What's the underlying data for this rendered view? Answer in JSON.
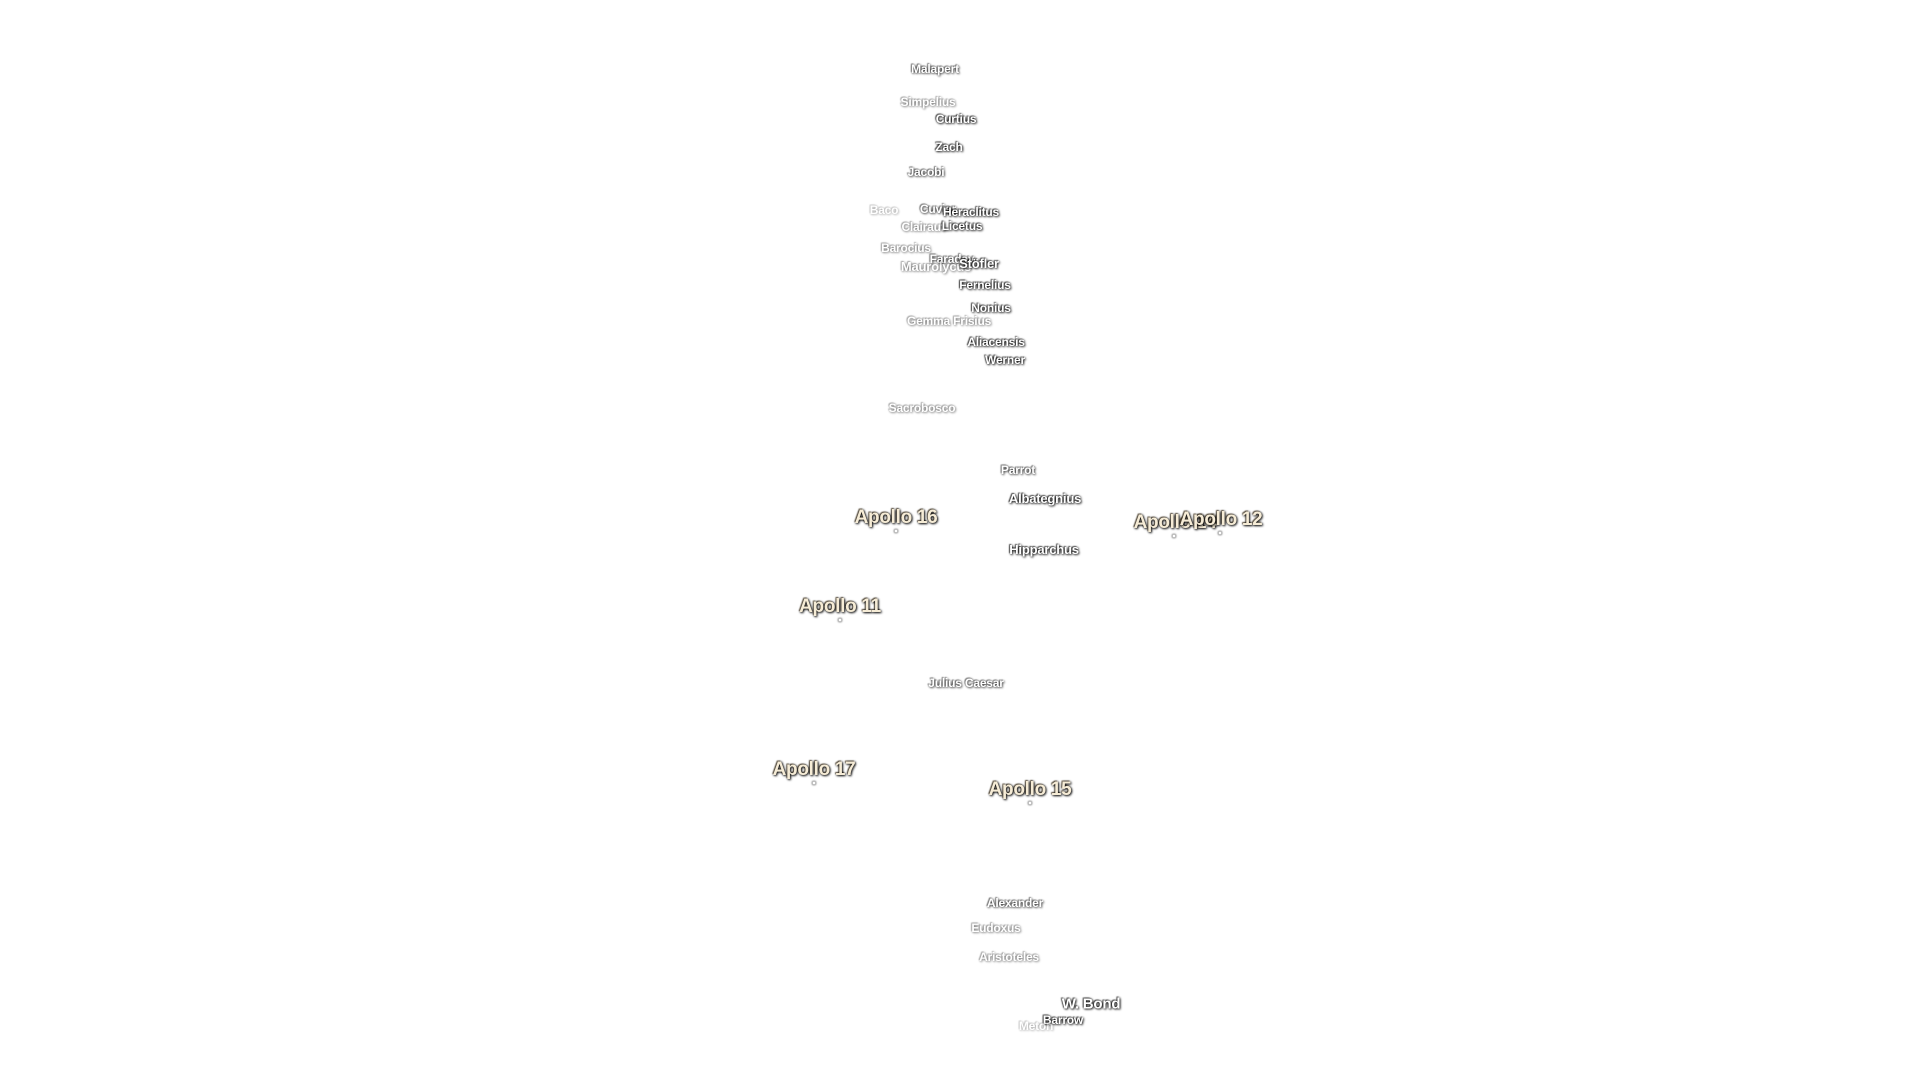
{
  "map": {
    "craters": [
      {
        "id": "malapert",
        "label": "Malapert"
      },
      {
        "id": "simpelius",
        "label": "Simpelius"
      },
      {
        "id": "curtius",
        "label": "Curtius"
      },
      {
        "id": "zach",
        "label": "Zach"
      },
      {
        "id": "jacobi",
        "label": "Jacobi"
      },
      {
        "id": "baco",
        "label": "Baco"
      },
      {
        "id": "cuvier",
        "label": "Cuvier"
      },
      {
        "id": "heraclitus",
        "label": "Heraclitus"
      },
      {
        "id": "clairaut",
        "label": "Clairaut"
      },
      {
        "id": "licetus",
        "label": "Licetus"
      },
      {
        "id": "barocius",
        "label": "Barocius"
      },
      {
        "id": "faraday",
        "label": "Faraday"
      },
      {
        "id": "maurolycus",
        "label": "Maurolycus"
      },
      {
        "id": "stoffler",
        "label": "Stöfler"
      },
      {
        "id": "fernelius",
        "label": "Fernelius"
      },
      {
        "id": "nonius",
        "label": "Nonius"
      },
      {
        "id": "gemma-frisius",
        "label": "Gemma Frisius"
      },
      {
        "id": "aliacensis",
        "label": "Aliacensis"
      },
      {
        "id": "werner",
        "label": "Werner"
      },
      {
        "id": "sacrobosco",
        "label": "Sacrobosco"
      },
      {
        "id": "parrot",
        "label": "Parrot"
      },
      {
        "id": "albategnius",
        "label": "Albategnius"
      },
      {
        "id": "hipparchus",
        "label": "Hipparchus"
      },
      {
        "id": "julius-caesar",
        "label": "Julius Caesar"
      },
      {
        "id": "alexander",
        "label": "Alexander"
      },
      {
        "id": "eudoxus",
        "label": "Eudoxus"
      },
      {
        "id": "aristoteles",
        "label": "Aristoteles"
      },
      {
        "id": "w-bond",
        "label": "W. Bond"
      },
      {
        "id": "barrow",
        "label": "Barrow"
      },
      {
        "id": "meton",
        "label": "Meton"
      }
    ],
    "landing_sites": [
      {
        "id": "apollo-16",
        "label": "Apollo 16"
      },
      {
        "id": "apollo-14",
        "label": "Apollo 14"
      },
      {
        "id": "apollo-12",
        "label": "Apollo 12"
      },
      {
        "id": "apollo-11",
        "label": "Apollo 11"
      },
      {
        "id": "apollo-17",
        "label": "Apollo 17"
      },
      {
        "id": "apollo-15",
        "label": "Apollo 15"
      }
    ]
  }
}
